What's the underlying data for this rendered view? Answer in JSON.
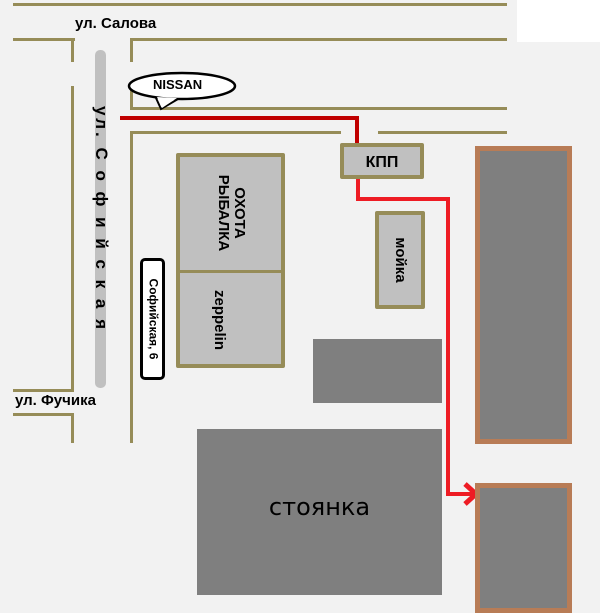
{
  "streets": {
    "salova": "ул. Салова",
    "sofiyskaya": "ул. С о ф и й с к а я",
    "fuchika": "ул. Фучика"
  },
  "markers": {
    "nissan": "NISSAN",
    "address": "Софийская, 6"
  },
  "buildings": {
    "kpp": "КПП",
    "hunting_line1": "ОХОТА",
    "hunting_line2": "РЫБАЛКА",
    "zeppelin": "zeppelin",
    "carwash": "мойка",
    "parking": "стоянка"
  },
  "colors": {
    "route_dark": "#c00000",
    "route": "#ee1c24",
    "road": "#968c58",
    "building_border": "#b87c56"
  }
}
